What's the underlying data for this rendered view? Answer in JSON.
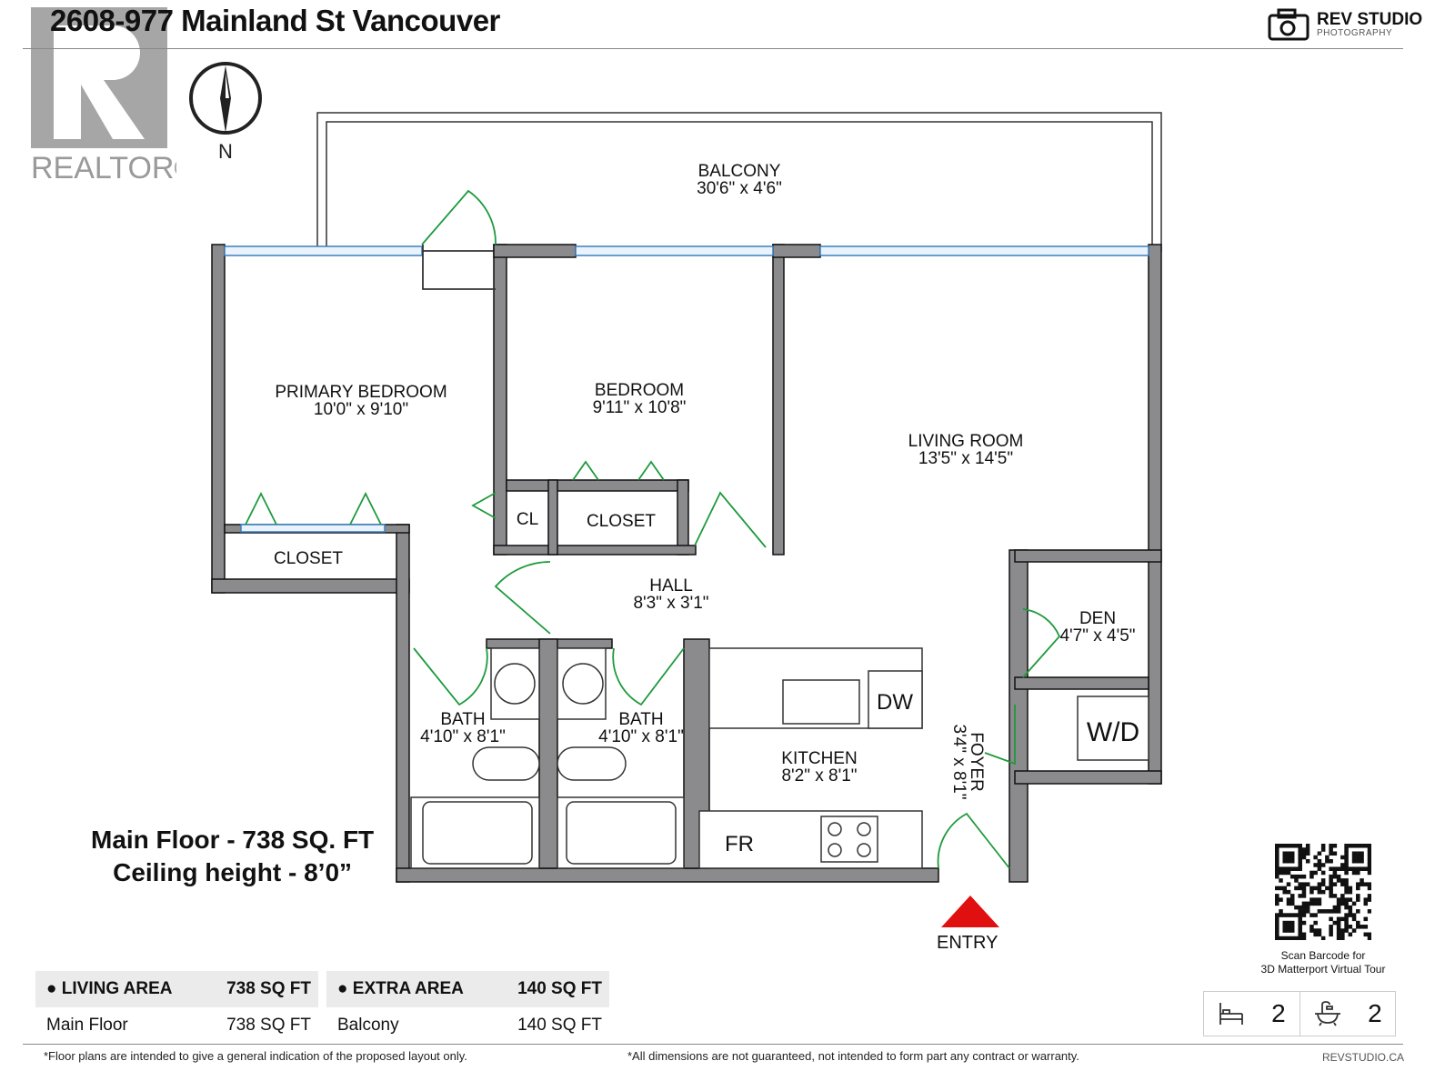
{
  "header": {
    "title": "2608-977 Mainland St Vancouver",
    "realtor_logo": "REALTOR®",
    "compass_label": "N",
    "brand_line1": "REV STUDIO",
    "brand_line2": "PHOTOGRAPHY"
  },
  "rooms": [
    {
      "name": "BALCONY",
      "dims": "30'6\" x 4'6\""
    },
    {
      "name": "PRIMARY BEDROOM",
      "dims": "10'0\" x 9'10\""
    },
    {
      "name": "BEDROOM",
      "dims": "9'11\" x 10'8\""
    },
    {
      "name": "LIVING ROOM",
      "dims": "13'5\" x 14'5\""
    },
    {
      "name": "CLOSET"
    },
    {
      "name": "CL"
    },
    {
      "name": "CLOSET"
    },
    {
      "name": "HALL",
      "dims": "8'3\" x 3'1\""
    },
    {
      "name": "DEN",
      "dims": "4'7\" x 4'5\""
    },
    {
      "name": "BATH",
      "dims": "4'10\" x 8'1\""
    },
    {
      "name": "BATH",
      "dims": "4'10\" x 8'1\""
    },
    {
      "name": "KITCHEN",
      "dims": "8'2\" x 8'1\""
    },
    {
      "name": "FOYER",
      "dims": "3'4\" x 8'1\""
    },
    {
      "name": "W/D"
    },
    {
      "name": "DW"
    },
    {
      "name": "FR"
    }
  ],
  "floor_info": {
    "line1": "Main Floor - 738 SQ. FT",
    "line2": "Ceiling height - 8’0”"
  },
  "entry_label": "ENTRY",
  "colors": {
    "wall": "#8b8b8d",
    "door": "#1d9a3c",
    "window": "#3a7fc0",
    "entry_arrow": "#e01010"
  },
  "areas": [
    {
      "label": "LIVING AREA",
      "total": "738 SQ FT",
      "rows": [
        {
          "name": "Main Floor",
          "value": "738 SQ FT"
        }
      ]
    },
    {
      "label": "EXTRA AREA",
      "total": "140 SQ FT",
      "rows": [
        {
          "name": "Balcony",
          "value": "140 SQ FT"
        }
      ]
    }
  ],
  "footnotes": {
    "left": "*Floor plans are intended to give a general indication of the proposed layout only.",
    "right": "*All dimensions are not guaranteed, not intended to form part any contract or warranty."
  },
  "qr_caption": {
    "line1": "Scan Barcode for",
    "line2": "3D Matterport Virtual Tour"
  },
  "counts": {
    "beds": "2",
    "baths": "2",
    "bed_icon": "bed-icon",
    "bath_icon": "bathtub-icon"
  },
  "website": "REVSTUDIO.CA"
}
